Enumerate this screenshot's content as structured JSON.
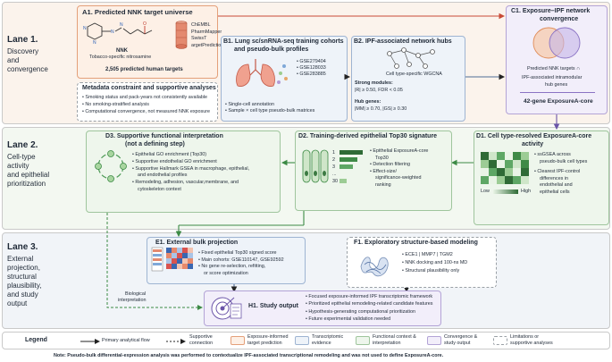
{
  "lane1": {
    "label_title": "Lane 1.",
    "label_line1": "Discovery",
    "label_line2": "and",
    "label_line3": "convergence",
    "a1": {
      "title": "A1. Predicted NNK target universe",
      "molecule_name": "NNK",
      "molecule_desc": "Tobacco-specific nitrosamine",
      "dbs": [
        "ChEMBL",
        "PharmMapper",
        "SwissT",
        "argetPrediction"
      ],
      "count": "2,505 predicted human targets"
    },
    "meta": {
      "title": "Metadata constraint and supportive analyses",
      "items": [
        "Smoking status and pack-years not consistently available",
        "No smoking-stratified analysis",
        "Computational convergence, not measured NNK exposure"
      ]
    },
    "b1": {
      "title": "B1. Lung sc/snRNA-seq training cohorts",
      "title2": "and pseudo-bulk profiles",
      "datasets": [
        "GSE279404",
        "GSE128033",
        "GSE283885"
      ],
      "items": [
        "Single-cell annotation",
        "Sample × cell type pseudo-bulk matrices"
      ]
    },
    "b2": {
      "title": "B2. IPF-associated network hubs",
      "method": "Cell type-specific WGCNA",
      "strong_label": "Strong modules:",
      "strong_crit": "|R| ≥ 0.50, FDR < 0.05",
      "hub_label": "Hub genes:",
      "hub_crit": "|MM| ≥ 0.70, |GS| ≥ 0.30"
    },
    "c1": {
      "title": "C1. Exposure–IPF network",
      "title2": "convergence",
      "line1": "Predicted NNK targets ∩",
      "line2": "IPF-associated intramodular",
      "line3": "hub genes",
      "result": "42-gene ExposureA-core"
    }
  },
  "lane2": {
    "label_title": "Lane 2.",
    "label_line1": "Cell-type",
    "label_line2": "activity",
    "label_line3": "and epithelial",
    "label_line4": "prioritization",
    "d3": {
      "title": "D3. Supportive functional interpretation",
      "title2": "(not a defining step)",
      "items": [
        "Epithelial GO enrichment (Top30)",
        "Supportive endothelial GO enrichment",
        "Supportive Hallmark GSEA in macrophage, epithelial,",
        "and endothelial profiles",
        "Remodeling, adhesion, vascular,membrane, and",
        "cytoskeleton context"
      ]
    },
    "d2": {
      "title": "D2. Training-derived epithelial Top30 signature",
      "ranks": [
        "1",
        "2",
        "3",
        "...",
        "30"
      ],
      "items": [
        "Epithelial ExposureA-core",
        "Top30",
        "Detection filtering",
        "Effect-size/",
        "significance-weighted",
        "ranking"
      ]
    },
    "d1": {
      "title": "D1. Cell type-resolved ExposureA-core",
      "title2": "activity",
      "items": [
        "ssGSEA across",
        "pseudo-bulk cell types",
        "Clearest IPF-control",
        "differences in",
        "endothelial and",
        "epithelial cells"
      ],
      "legend_low": "Low",
      "legend_high": "High"
    }
  },
  "lane3": {
    "label_title": "Lane 3.",
    "label_line1": "External",
    "label_line2": "projection,",
    "label_line3": "structural",
    "label_line4": "plausibility,",
    "label_line5": "and study",
    "label_line6": "output",
    "e1": {
      "title": "E1. External bulk projection",
      "items": [
        "Fixed epithelial Top30 signed score",
        "Main cohorts: GSE110147, GSE92592",
        "No gene re-selection, refitting,",
        "or score optimization"
      ]
    },
    "f1": {
      "title": "F1. Exploratory structure-based modeling",
      "items": [
        "ECE1 | MMP7 | TGM2",
        "NNK docking and 100-ns MD",
        "Structural plausibility only"
      ]
    },
    "bio_label1": "Biological",
    "bio_label2": "interpretation",
    "h1": {
      "title": "H1. Study output",
      "items": [
        "Focused exposure-informed IPF transcriptomic framework",
        "Prioritized epithelial remodeling-related candidate features",
        "Hypothesis-generating computational prioritization",
        "Future experimental validation needed"
      ]
    }
  },
  "legend": {
    "title": "Legend",
    "primary": "Primary analytical flow",
    "supportive1": "Supportive",
    "supportive2": "connection",
    "orange1": "Exposure-informed",
    "orange2": "target prediction",
    "blue1": "Transcriptomic",
    "blue2": "evidence",
    "green1": "Functional context &",
    "green2": "interpretation",
    "purple1": "Convergence &",
    "purple2": "study output",
    "dashed1": "Limitations or",
    "dashed2": "supportive analyses"
  },
  "note": "Note:   Pseudo-bulk differential-expression analysis was performed to contextualize IPF-associated transcriptional remodeling and was not used to define ExposureA-core.",
  "colors": {
    "lane1_bg": "#fbf3ec",
    "lane2_bg": "#f3f8f1",
    "lane3_bg": "#f1f4f8",
    "orange_border": "#e4a07a",
    "blue_border": "#9eb4d2",
    "green_border": "#9fc59d",
    "purple_border": "#b3a3d6"
  }
}
